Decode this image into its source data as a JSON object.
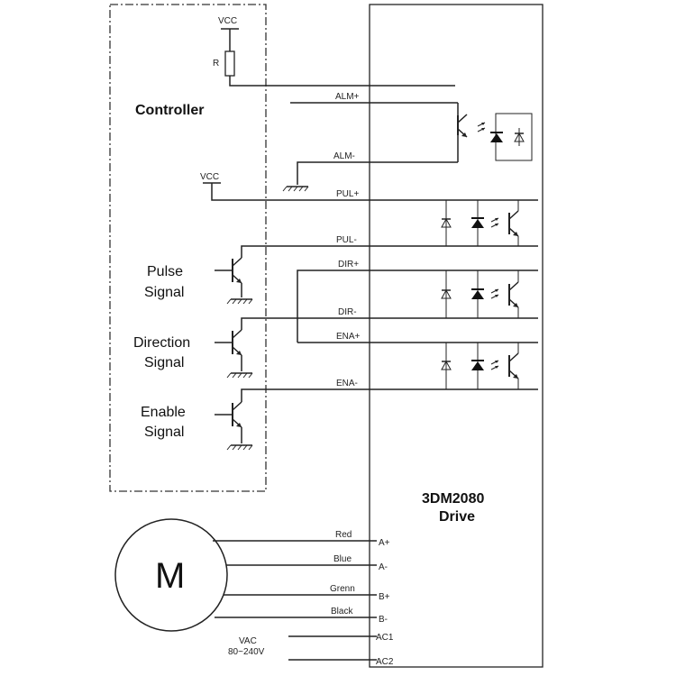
{
  "controller": {
    "title": "Controller",
    "vcc_top": "VCC",
    "resistor": "R",
    "vcc_mid": "VCC",
    "pulse_signal": [
      "Pulse",
      "Signal"
    ],
    "direction_signal": [
      "Direction",
      "Signal"
    ],
    "enable_signal": [
      "Enable",
      "Signal"
    ]
  },
  "drive": {
    "name_line1": "3DM2080",
    "name_line2": "Drive",
    "signal_pins": [
      "ALM+",
      "ALM-",
      "PUL+",
      "PUL-",
      "DIR+",
      "DIR-",
      "ENA+",
      "ENA-"
    ],
    "power_pins": [
      "A+",
      "A-",
      "B+",
      "B-",
      "AC1",
      "AC2"
    ]
  },
  "motor": {
    "label": "M",
    "wires": [
      "Red",
      "Blue",
      "Grenn",
      "Black"
    ]
  },
  "power_supply": {
    "line1": "VAC",
    "line2": "80~240V"
  }
}
